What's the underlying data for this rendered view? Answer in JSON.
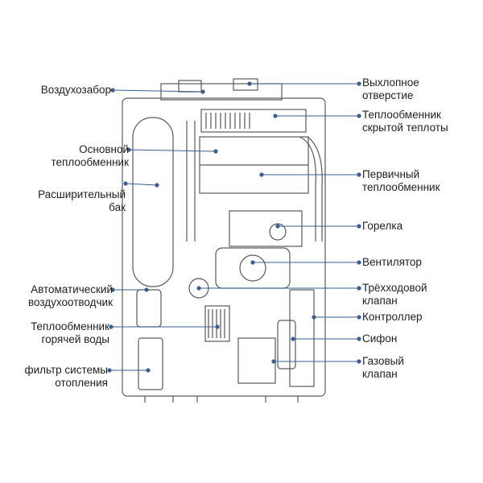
{
  "colors": {
    "pointer": "#3a5f8f",
    "outline": "#5a5a5a",
    "text": "#1f1f1f"
  },
  "labels": {
    "air_intake": [
      "Воздухозабор"
    ],
    "main_hx": [
      "Основной",
      "теплообменник"
    ],
    "expansion_tank": [
      "Расширительный",
      "бак"
    ],
    "auto_air_vent": [
      "Автоматический",
      "воздухоотводчик"
    ],
    "dhw_hx": [
      "Теплообменник",
      "горячей воды"
    ],
    "heating_filter": [
      "фильтр системы",
      "отопления"
    ],
    "exhaust": [
      "Выхлопное",
      "отверстие"
    ],
    "latent_hx": [
      "Теплообменник",
      "скрытой теплоты"
    ],
    "primary_hx": [
      "Первичный",
      "теплообменник"
    ],
    "burner": [
      "Горелка"
    ],
    "fan": [
      "Вентилятор"
    ],
    "three_way_valve": [
      "Трёхходовой",
      "клапан"
    ],
    "controller": [
      "Контроллер"
    ],
    "siphon": [
      "Сифон"
    ],
    "gas_valve": [
      "Газовый",
      "клапан"
    ]
  }
}
